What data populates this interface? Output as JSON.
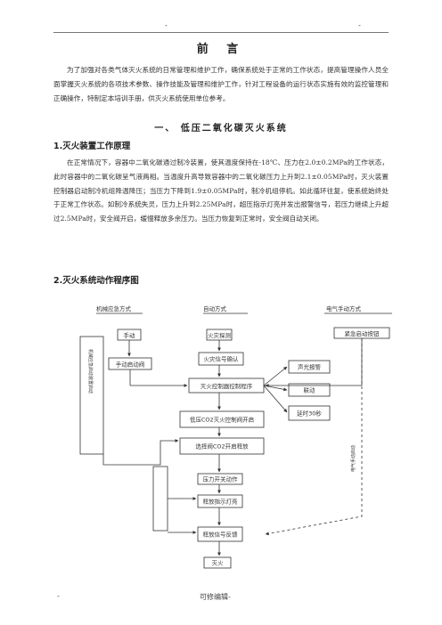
{
  "header": {
    "left_mark": "-",
    "right_mark": "-"
  },
  "title": "前 言",
  "intro": "为了加强对各类气体灭火系统的日常管理和维护工作，确保系统处于正常的工作状态，提高管理操作人员全面掌握灭火系统的各项技术参数、操作技能及管理和维护工作，针对工程设备的运行状态实施有效的监控管理和正确操作，特制定本培训手册，供灭火系统使用单位参考。",
  "section": "一、 低压二氧化碳灭火系统",
  "sub1": "1.灭火装置工作原理",
  "principle": "在正常情况下，容器中二氧化碳通过制冷装置，使其温度保持在-18℃、压力在2.0±0.2MPa的工作状态，此时容器中的二氧化碳呈气液两相。当温度升高导致容器中的二氧化碳压力上升到2.1±0.05MPa时，灭火装置控制器启动制冷机组降温降压；当压力下降到1.9±0.05MPa时，制冷机组停机。如此循环往复，使系统始终处于正常工作状态。如制冷系统失灵，压力上升到2.25MPa时，超压指示灯亮并发出报警信号，若压力继续上升超过2.5MPa时，安全阀开启，缓慢释放多余压力。当压力恢复到正常时，安全阀自动关闭。",
  "sub2": "2.灭火系统动作程序图",
  "flow": {
    "col_manual": "机械应急方式",
    "col_auto": "自动方式",
    "col_elec": "电气手动方式",
    "box_manual_start": "手动",
    "box_manual_open": "手动启动阀",
    "box_side_note": "机械应急启动装置启动",
    "box_auto_detect": "火灾探测",
    "box_confirm": "火灾信号确认",
    "box_controller": "灭火控制器控制程序",
    "box_elec": "紧急启动按钮",
    "out_alarm": "声光报警",
    "out_linkage": "联动",
    "out_delay": "延时30秒",
    "box_valve": "低压CO2灭火控制阀开启",
    "box_select": "选择阀CO2开启释放",
    "box_pressure": "压力开关动作",
    "box_release": "释放指示灯亮",
    "box_feedback": "释放信号反馈",
    "box_end": "灭火",
    "box_dash_note": "电气手动启动"
  },
  "footer": {
    "left_mark": "-",
    "center": "可修编辑-"
  }
}
